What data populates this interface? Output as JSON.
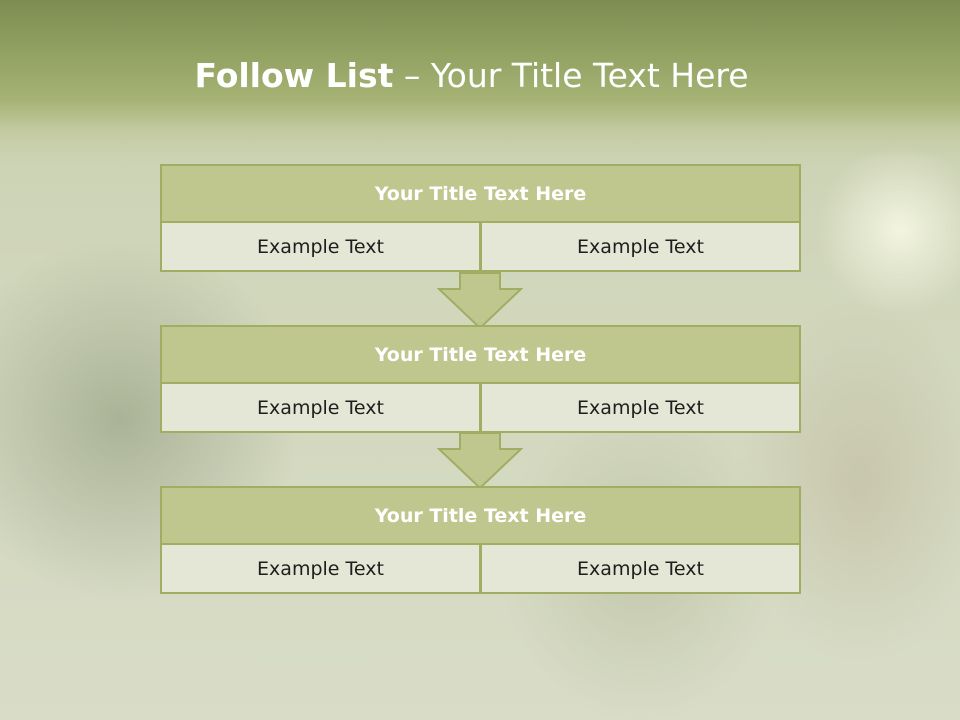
{
  "slide": {
    "title_bold": "Follow List",
    "title_rest": " – Your Title Text Here",
    "blocks": [
      {
        "title": "Your Title Text Here",
        "left_text": "Example Text",
        "right_text": "Example Text"
      },
      {
        "title": "Your Title Text Here",
        "left_text": "Example Text",
        "right_text": "Example Text"
      },
      {
        "title": "Your Title Text Here",
        "left_text": "Example Text",
        "right_text": "Example Text"
      }
    ]
  },
  "colors": {
    "header_green": "#93a363",
    "block_title_fill": "#bfc78f",
    "block_border": "#9fae63",
    "cell_fill": "#e4e6d6",
    "arrow_fill": "#bfc78f"
  }
}
